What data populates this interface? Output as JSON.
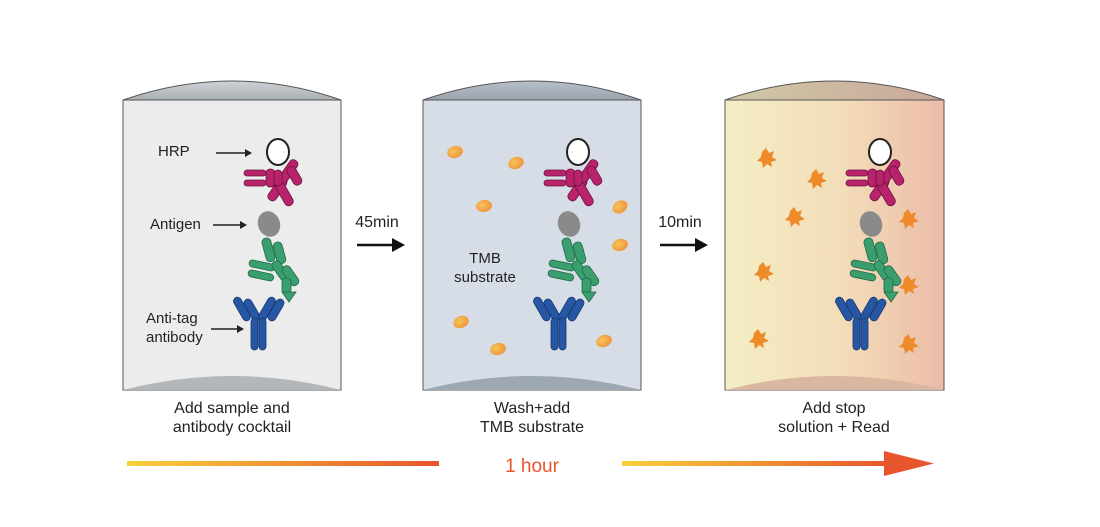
{
  "wells": [
    {
      "labels": {
        "hrp": "HRP",
        "antigen": "Antigen",
        "anti_tag_line1": "Anti-tag",
        "anti_tag_line2": "antibody"
      },
      "caption_line1": "Add sample and",
      "caption_line2": "antibody cocktail"
    },
    {
      "labels": {
        "tmb_line1": "TMB",
        "tmb_line2": "substrate"
      },
      "caption_line1": "Wash+add",
      "caption_line2": "TMB substrate"
    },
    {
      "caption_line1": "Add stop",
      "caption_line2": "solution + Read"
    }
  ],
  "steps": [
    {
      "time": "45min"
    },
    {
      "time": "10min"
    }
  ],
  "timeline": {
    "label": "1 hour"
  },
  "colors": {
    "hrp": "#ffffff",
    "detection_antibody": "#b8236b",
    "antigen": "#8a8a8a",
    "capture_antibody": "#3a9e6e",
    "anti_tag_antibody": "#2756a3",
    "tmb": "#f2a040",
    "timeline_start": "#f7d13a",
    "timeline_end": "#e8542c"
  }
}
